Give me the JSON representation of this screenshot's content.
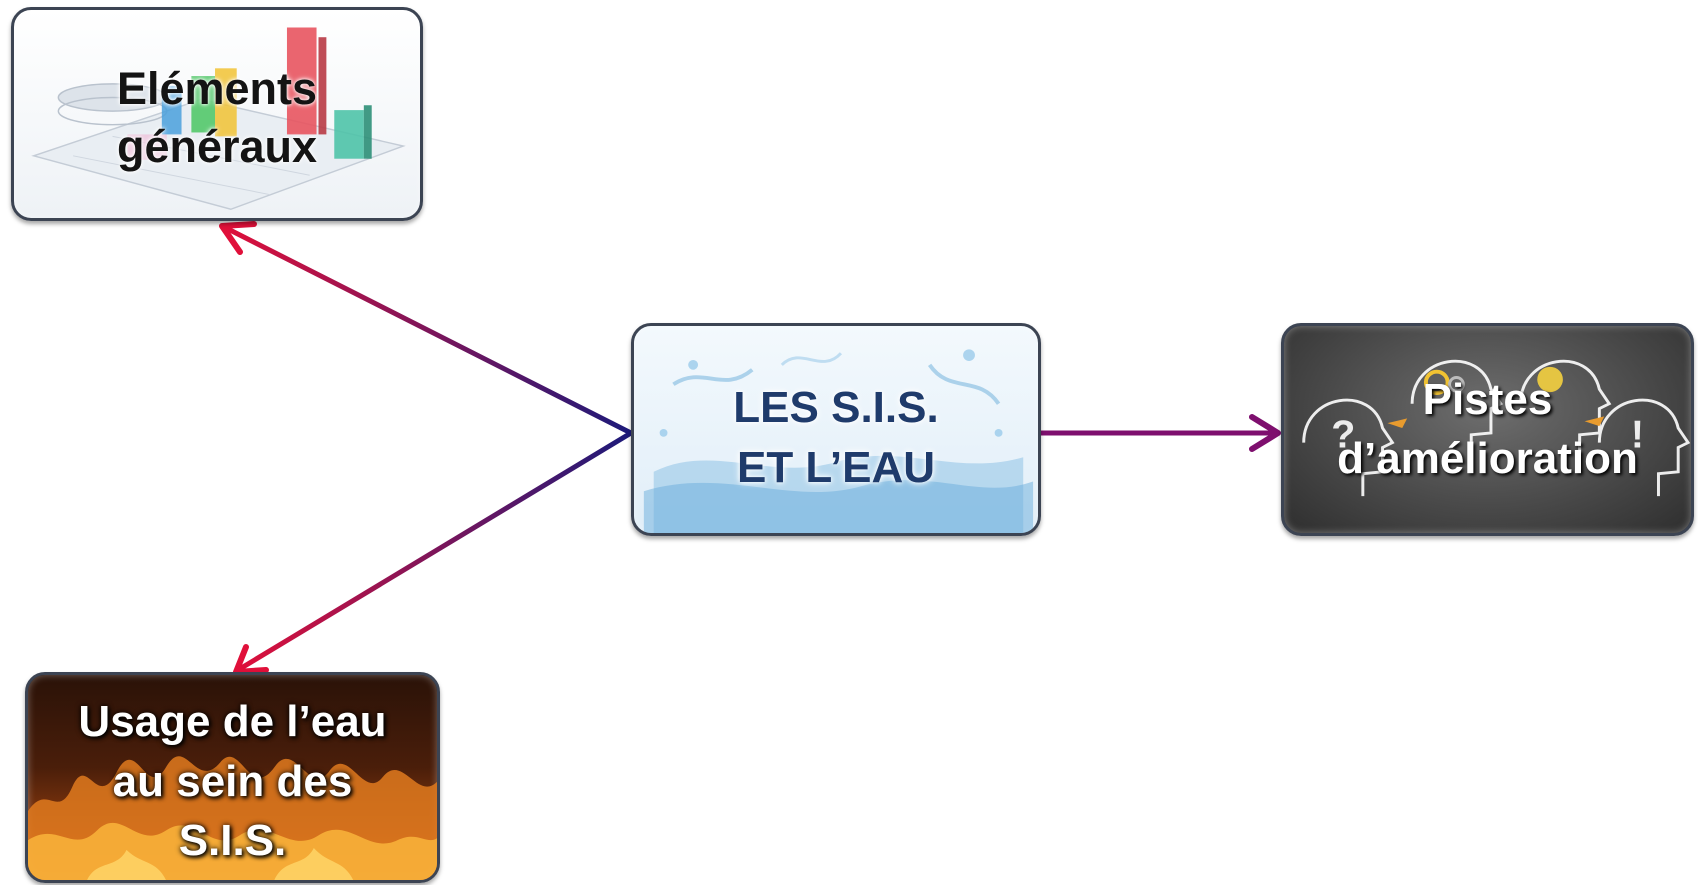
{
  "center": {
    "label": "LES  S.I.S.\nET  L’EAU"
  },
  "nodes": {
    "general": {
      "label": "Eléments\ngénéraux"
    },
    "usage": {
      "label": "Usage de l’eau\nau sein des\nS.I.S."
    },
    "pistes": {
      "label": "Pistes\nd’amélioration"
    }
  },
  "colors": {
    "arrow_start": "#1c1a7a",
    "arrow_end": "#e0103a",
    "arrow_mid": "#7e0f6e",
    "center_text": "#1f3b6b",
    "node_border": "#3c4453"
  },
  "edges": [
    {
      "from": "center",
      "to": "general"
    },
    {
      "from": "center",
      "to": "usage"
    },
    {
      "from": "center",
      "to": "pistes"
    }
  ]
}
